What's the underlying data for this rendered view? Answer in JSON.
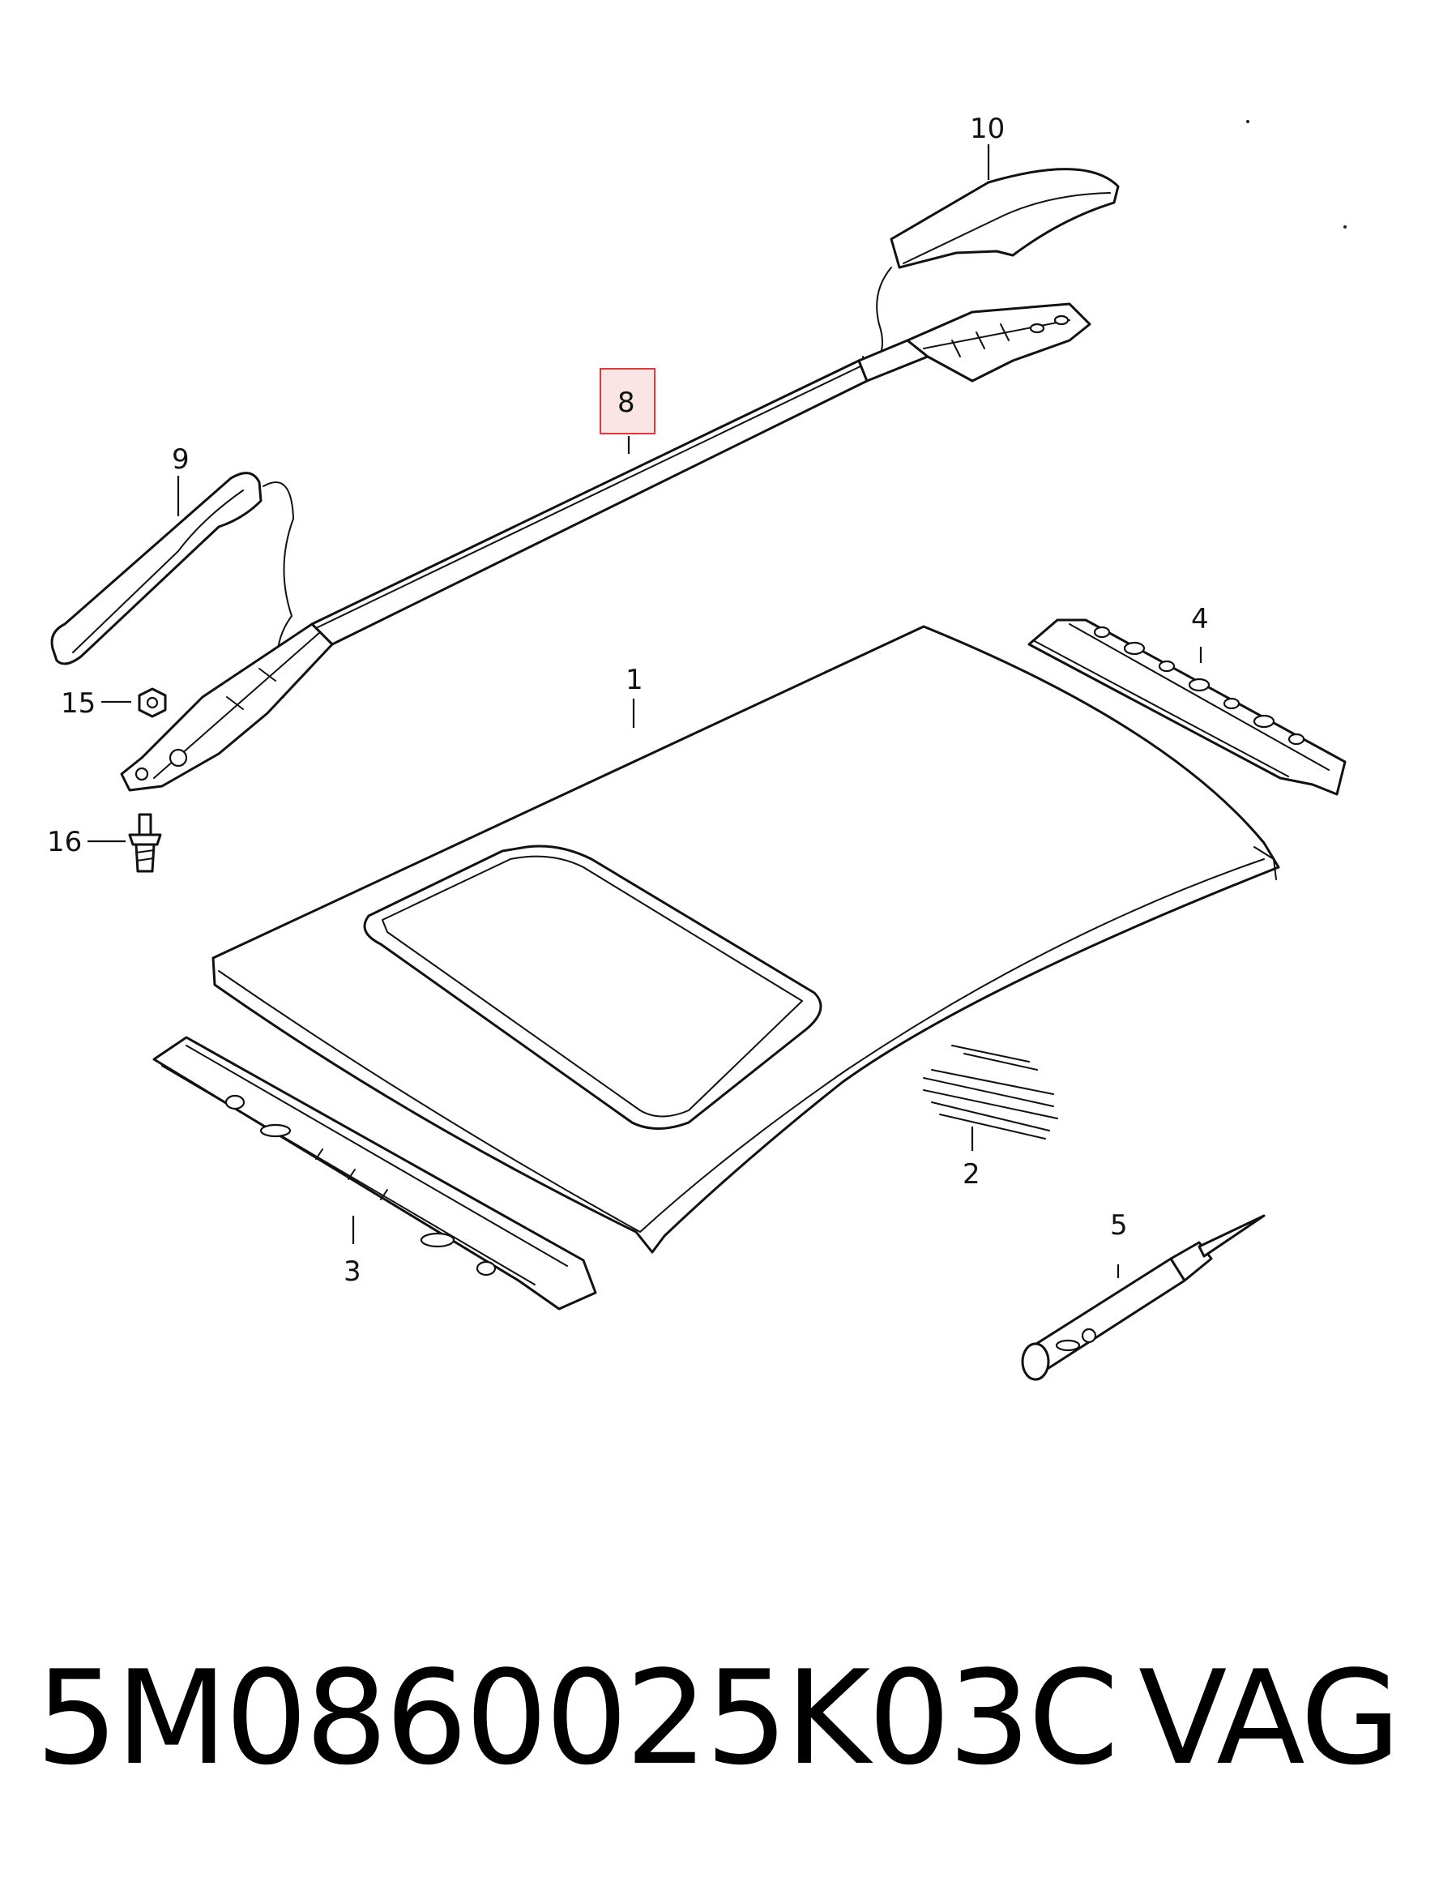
{
  "diagram": {
    "callouts": {
      "c1": "1",
      "c2": "2",
      "c3": "3",
      "c4": "4",
      "c5": "5",
      "c8": "8",
      "c9": "9",
      "c10": "10",
      "c15": "15",
      "c16": "16"
    },
    "highlighted_callout": "8",
    "highlight_color": "#e0383e"
  },
  "footer": {
    "part_number": "5M0860025K03C",
    "brand": "VAG"
  }
}
